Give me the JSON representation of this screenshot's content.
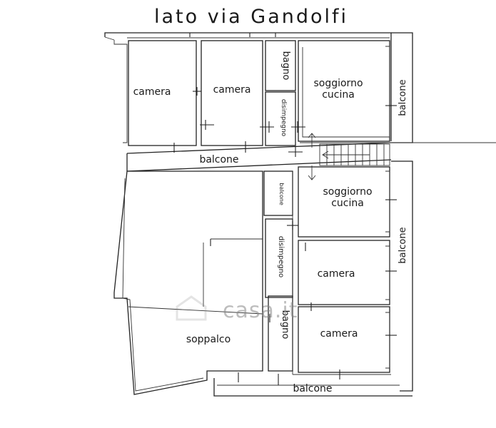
{
  "title": "lato via Gandolfi",
  "rooms": {
    "camera_1": "camera",
    "camera_2": "camera",
    "bagno_top": "bagno",
    "disimpegno_top": "disimpegno",
    "soggiorno_top_1": "soggiorno",
    "soggiorno_top_2": "cucina",
    "balcone_right_top": "balcone",
    "balcone_middle": "balcone",
    "bagno_mid": "balcone",
    "soggiorno_mid_1": "soggiorno",
    "soggiorno_mid_2": "cucina",
    "disimpegno_mid": "disimpegno",
    "balcone_right_mid": "balcone",
    "camera_3": "camera",
    "bagno_low": "bagno",
    "camera_4": "camera",
    "soppalco": "soppalco",
    "balcone_bottom": "balcone"
  },
  "watermark": "casa.it",
  "colors": {
    "line": "#222222",
    "background": "#ffffff",
    "watermark": "#999999"
  }
}
